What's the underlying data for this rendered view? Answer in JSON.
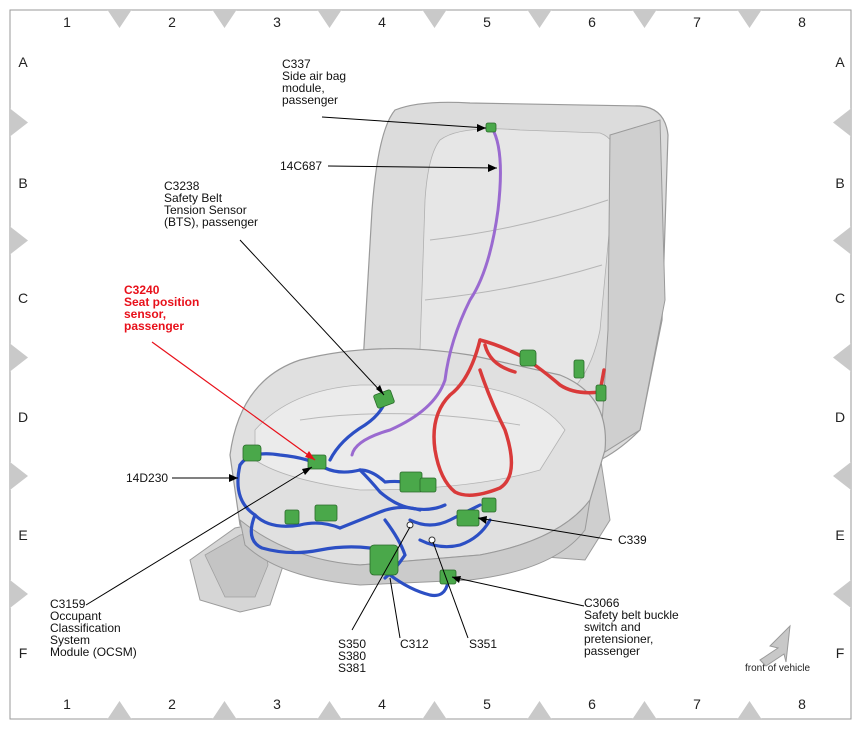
{
  "grid": {
    "columns": [
      "1",
      "2",
      "3",
      "4",
      "5",
      "6",
      "7",
      "8"
    ],
    "rows": [
      "A",
      "B",
      "C",
      "D",
      "E",
      "F"
    ]
  },
  "callouts": {
    "c337": [
      "C337",
      "Side air bag",
      "module,",
      "passenger"
    ],
    "c14c687": [
      "14C687"
    ],
    "c3238": [
      "C3238",
      "Safety Belt",
      "Tension Sensor",
      "(BTS), passenger"
    ],
    "c3240": [
      "C3240",
      "Seat position",
      "sensor,",
      "passenger"
    ],
    "c14d230": [
      "14D230"
    ],
    "c339": [
      "C339"
    ],
    "c3159": [
      "C3159",
      "Occupant",
      "Classification",
      "System",
      "Module (OCSM)"
    ],
    "s350": [
      "S350",
      "S380",
      "S381"
    ],
    "c312": [
      "C312"
    ],
    "s351": [
      "S351"
    ],
    "c3066": [
      "C3066",
      "Safety belt buckle",
      "switch and",
      "pretensioner,",
      "passenger"
    ]
  },
  "front_of_vehicle": "front of vehicle",
  "colors": {
    "highlight": "#e8101a",
    "harness_blue": "#2c4fc4",
    "harness_red": "#d93a3a",
    "harness_purple": "#9a6ad0",
    "connector_green": "#4aa84a",
    "seat_gray": "#d9d9d9"
  }
}
